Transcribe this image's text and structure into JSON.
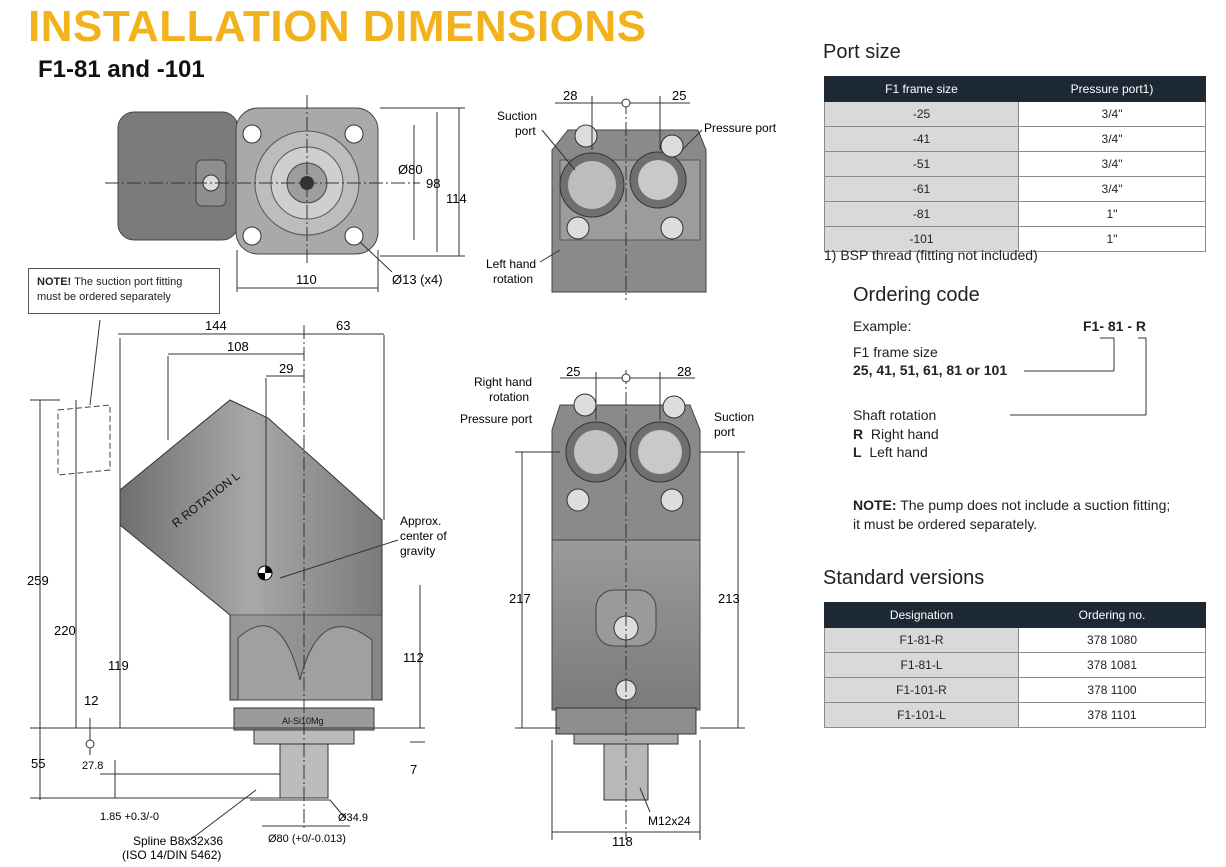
{
  "header": {
    "title": "INSTALLATION DIMENSIONS",
    "subtitle": "F1-81 and -101"
  },
  "note_box": {
    "bold": "NOTE!",
    "text": " The suction port fitting",
    "text2": "must be ordered separately"
  },
  "drawing_labels": {
    "suction_port": "Suction",
    "suction_port2": "port",
    "pressure_port": "Pressure port",
    "left_hand_rotation": "Left hand",
    "left_hand_rotation2": "rotation",
    "right_hand_rotation": "Right hand",
    "right_hand_rotation2": "rotation",
    "pressure_port_2": "Pressure port",
    "suction_port_2": "Suction",
    "suction_port_2b": "port",
    "approx_cg": "Approx.",
    "approx_cg2": "center of",
    "approx_cg3": "gravity",
    "spline": "Spline B8x32x36",
    "spline2": "(ISO 14/DIN 5462)",
    "rotation_text": "R  ROTATION  L",
    "alloy": "Al-Si10Mg"
  },
  "dimensions": {
    "d80": "Ø80",
    "d98": "98",
    "d114": "114",
    "d110": "110",
    "d13": "Ø13 (x4)",
    "d28a": "28",
    "d25a": "25",
    "d144": "144",
    "d63": "63",
    "d108": "108",
    "d29": "29",
    "d259": "259",
    "d220": "220",
    "d119": "119",
    "d112": "112",
    "d12": "12",
    "d55": "55",
    "d27_8": "27.8",
    "d7": "7",
    "d1_85": "1.85 +0.3/-0",
    "d34_9": "Ø34.9",
    "d80tol": "Ø80 (+0/-0.013)",
    "d25b": "25",
    "d28b": "28",
    "d217": "217",
    "d213": "213",
    "m12": "M12x24",
    "d118": "118"
  },
  "port_size": {
    "heading": "Port size",
    "columns": [
      "F1 frame size",
      "Pressure port1)"
    ],
    "rows": [
      [
        "-25",
        "3/4\""
      ],
      [
        "-41",
        "3/4\""
      ],
      [
        "-51",
        "3/4\""
      ],
      [
        "-61",
        "3/4\""
      ],
      [
        "-81",
        "1\""
      ],
      [
        "-101",
        "1\""
      ]
    ],
    "footnote": "1) BSP thread (fitting not included)"
  },
  "ordering_code": {
    "heading": "Ordering code",
    "example_label": "Example:",
    "example_code": "F1- 81 - R",
    "frame_label": "F1 frame size",
    "frame_values": "25, 41, 51, 61, 81 or 101",
    "shaft_label": "Shaft rotation",
    "r_code": "R",
    "r_text": "Right hand",
    "l_code": "L",
    "l_text": "Left hand",
    "note_bold": "NOTE:",
    "note_text": " The pump does not include a suction fitting;",
    "note_text2": "it must be ordered separately."
  },
  "standard_versions": {
    "heading": "Standard versions",
    "columns": [
      "Designation",
      "Ordering no."
    ],
    "rows": [
      [
        "F1-81-R",
        "378 1080"
      ],
      [
        "F1-81-L",
        "378 1081"
      ],
      [
        "F1-101-R",
        "378 1100"
      ],
      [
        "F1-101-L",
        "378 1101"
      ]
    ]
  },
  "colors": {
    "title": "#f2b21b",
    "table_header": "#1c2935",
    "table_first_col": "#d9d9d9",
    "pump_body": "#8c8c8c"
  }
}
